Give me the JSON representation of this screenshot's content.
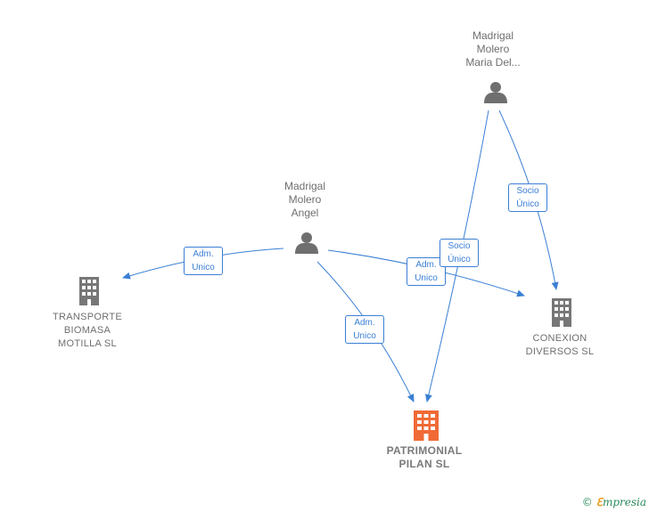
{
  "colors": {
    "edge": "#3a7fd5",
    "person": "#6f6f6f",
    "company": "#777777",
    "main_company": "#f06a35"
  },
  "nodes": {
    "maria": {
      "label": "Madrigal\nMolero\nMaria Del..."
    },
    "angel": {
      "label": "Madrigal\nMolero\nAngel"
    },
    "transporte": {
      "label": "TRANSPORTE\nBIOMASA\nMOTILLA  SL"
    },
    "conexion": {
      "label": "CONEXION\nDIVERSOS  SL"
    },
    "patrimonial": {
      "label": "PATRIMONIAL\nPILAN  SL"
    }
  },
  "edges": [
    {
      "from": "angel",
      "to": "transporte",
      "label": "Adm.\nUnico"
    },
    {
      "from": "angel",
      "to": "patrimonial",
      "label": "Adm.\nUnico"
    },
    {
      "from": "angel",
      "to": "conexion",
      "label": "Adm.\nUnico"
    },
    {
      "from": "maria",
      "to": "patrimonial",
      "label": "Socio\nÚnico"
    },
    {
      "from": "maria",
      "to": "conexion",
      "label": "Socio\nÚnico"
    }
  ],
  "brand": {
    "copyright": "©",
    "initial": "ℇ",
    "name": "mpresia"
  }
}
